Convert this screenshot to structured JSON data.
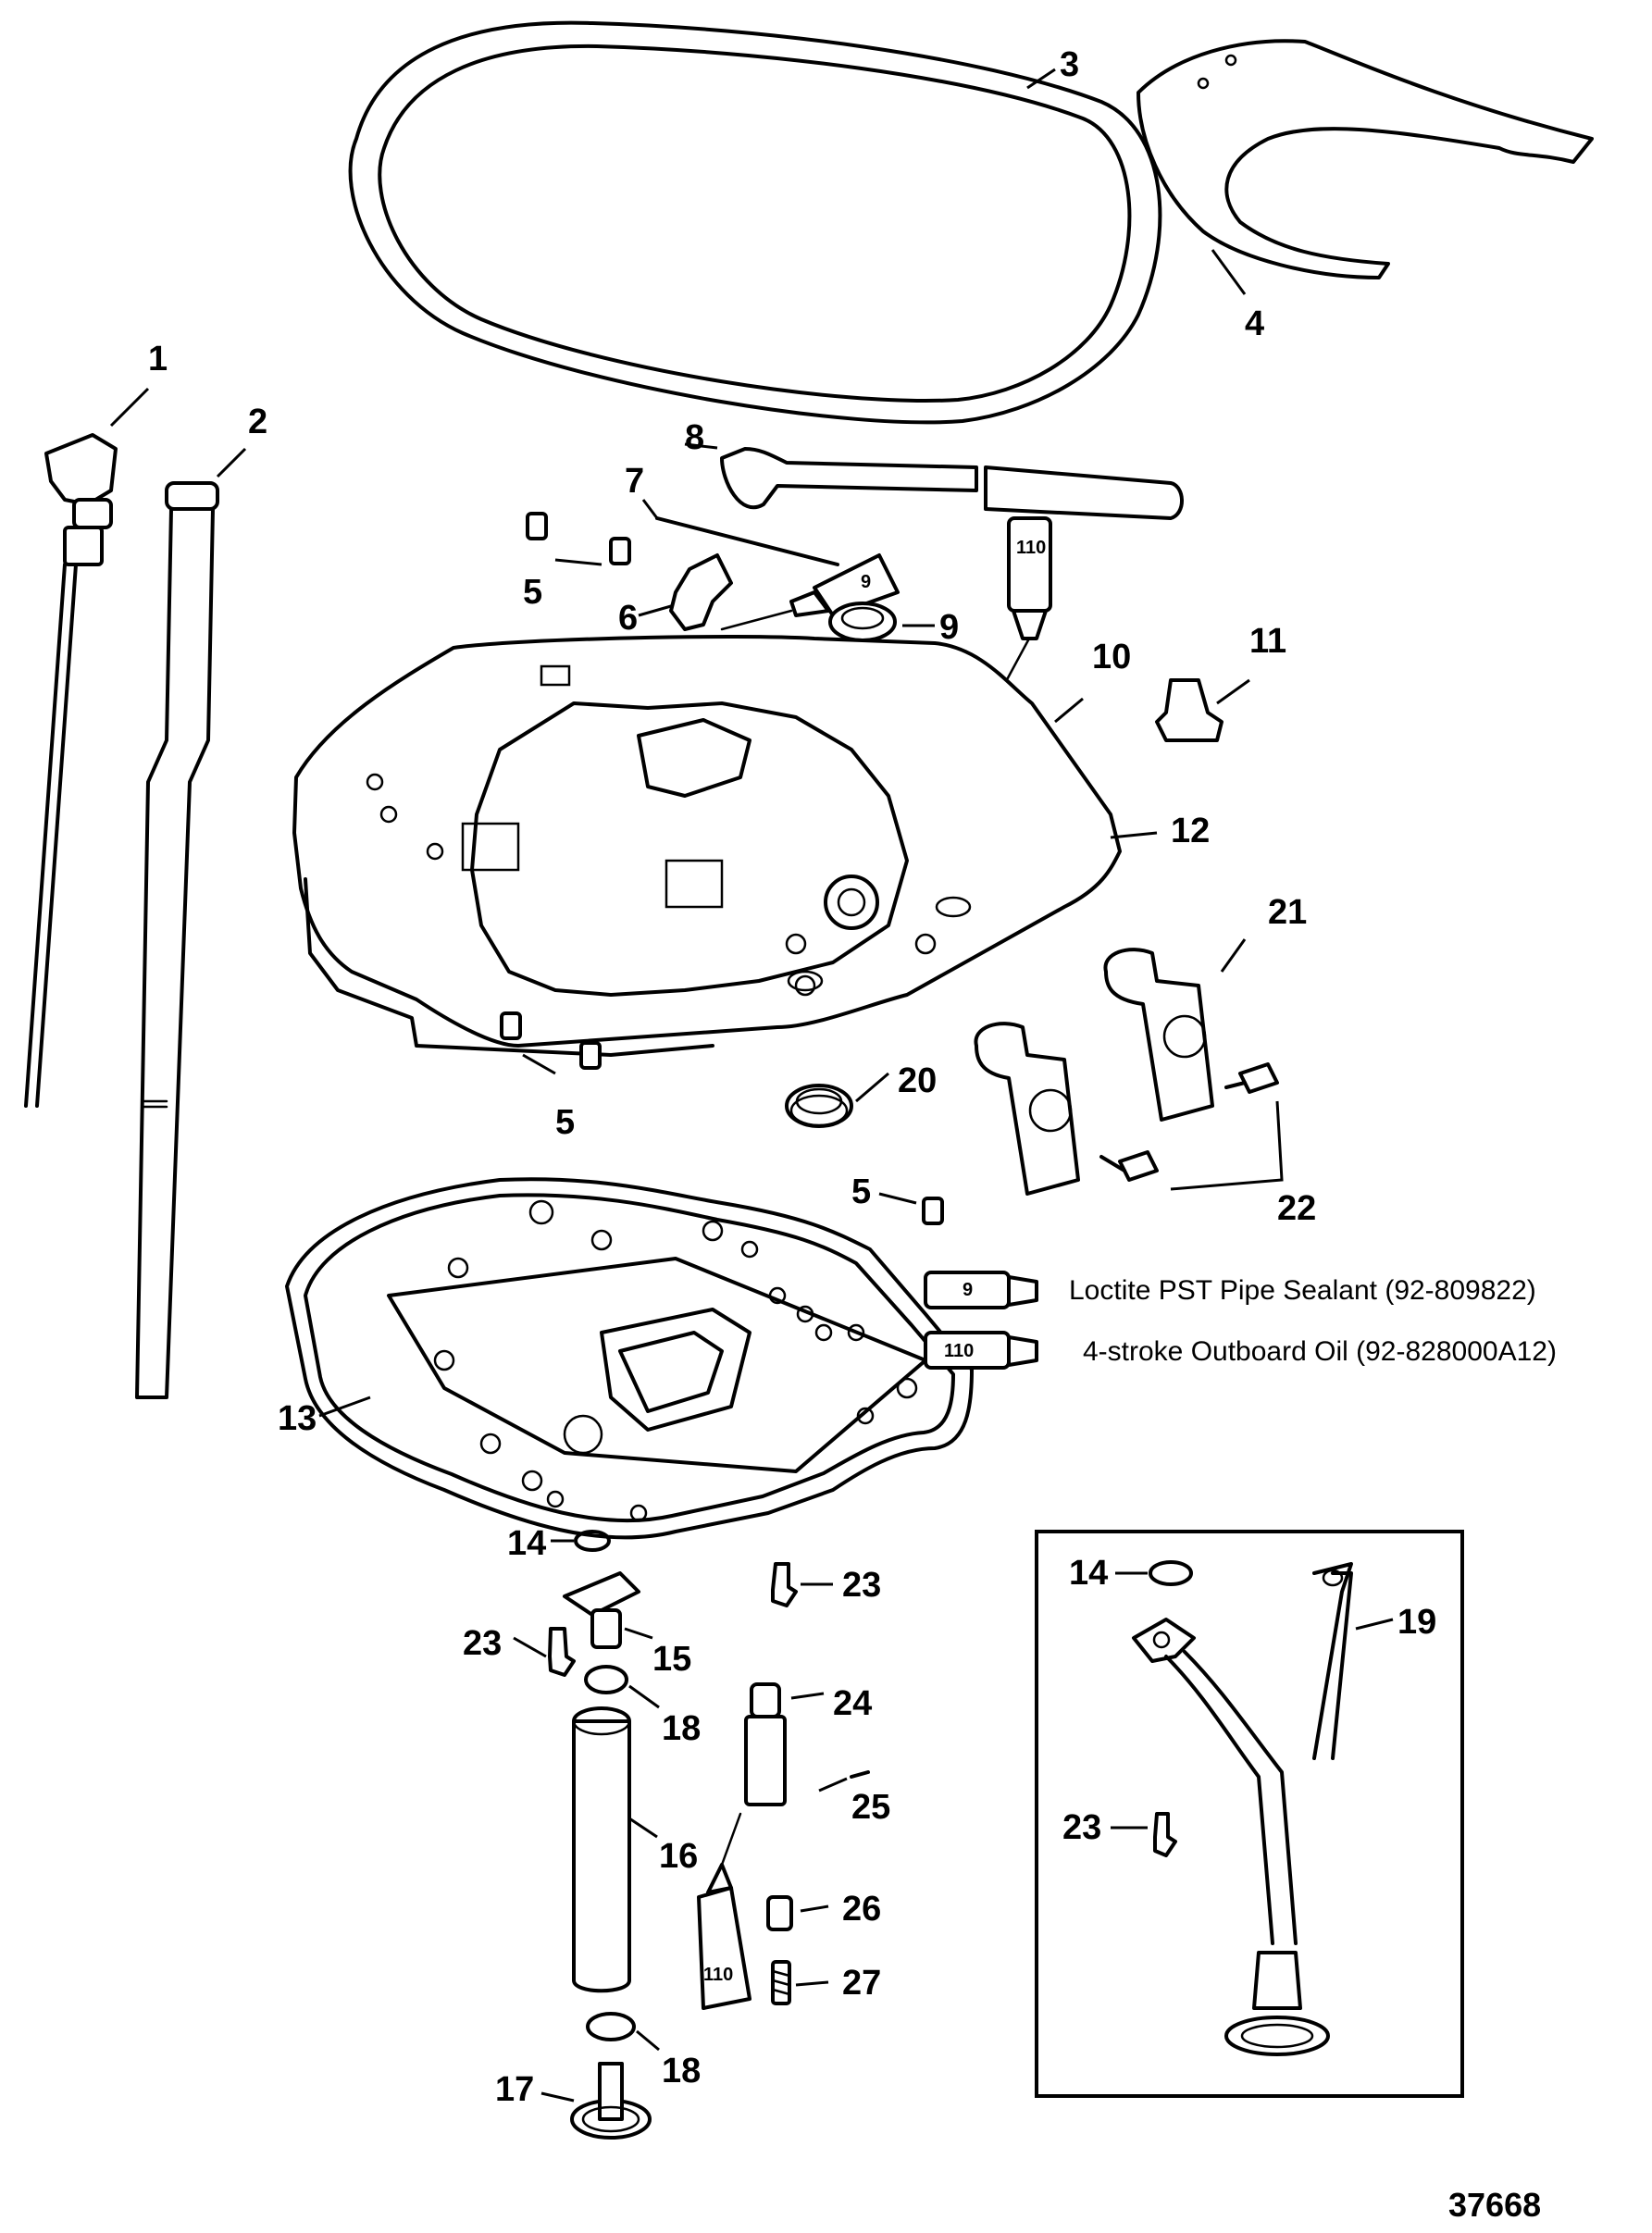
{
  "diagram": {
    "drawing_number": "37668",
    "labels": {
      "p1": "1",
      "p2": "2",
      "p3": "3",
      "p4": "4",
      "p5a": "5",
      "p5b": "5",
      "p5c": "5",
      "p6": "6",
      "p7": "7",
      "p8": "8",
      "p9": "9",
      "p10": "10",
      "p11": "11",
      "p12": "12",
      "p13": "13",
      "p14a": "14",
      "p14b": "14",
      "p15": "15",
      "p16": "16",
      "p17": "17",
      "p18a": "18",
      "p18b": "18",
      "p19": "19",
      "p20": "20",
      "p21": "21",
      "p22": "22",
      "p23a": "23",
      "p23b": "23",
      "p23c": "23",
      "p24": "24",
      "p25": "25",
      "p26": "26",
      "p27": "27"
    },
    "tubes": {
      "sealant": "9",
      "oil": "110"
    },
    "legend": [
      {
        "code": "9",
        "text": "Loctite PST Pipe Sealant (92-809822)"
      },
      {
        "code": "110",
        "text": "4-stroke Outboard Oil (92-828000A12)"
      }
    ]
  }
}
